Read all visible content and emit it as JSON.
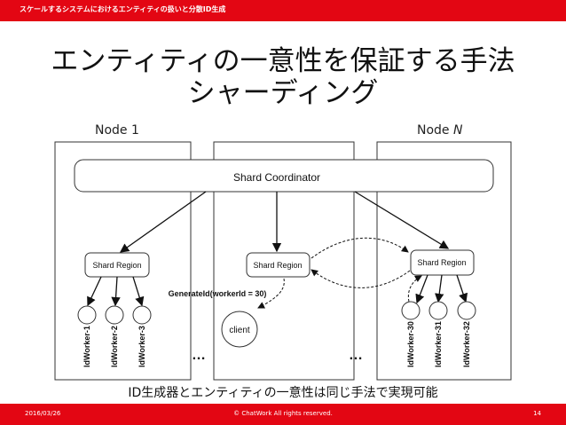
{
  "header": {
    "subtitle": "スケールするシステムにおけるエンティティの扱いと分散ID生成"
  },
  "title": {
    "line1": "エンティティの一意性を保証する手法",
    "line2": "シャーディング"
  },
  "nodes": {
    "left": "Node 1",
    "right_prefix": "Node ",
    "right_n": "N"
  },
  "diagram": {
    "coordinator": "Shard Coordinator",
    "regions": [
      "Shard Region",
      "Shard Region",
      "Shard Region"
    ],
    "workers_left": [
      "IdWorker-1",
      "IdWorker-2",
      "IdWorker-3"
    ],
    "workers_right": [
      "IdWorker-30",
      "IdWorker-31",
      "IdWorker-32"
    ],
    "call_label": "GenerateId(workerId = 30)",
    "client": "client",
    "ellipsis": "…"
  },
  "caption": "ID生成器とエンティティの一意性は同じ手法で実現可能",
  "footer": {
    "date": "2016/03/26",
    "copyright": "© ChatWork All rights reserved.",
    "page": "14"
  },
  "colors": {
    "brand_red": "#e30613"
  }
}
